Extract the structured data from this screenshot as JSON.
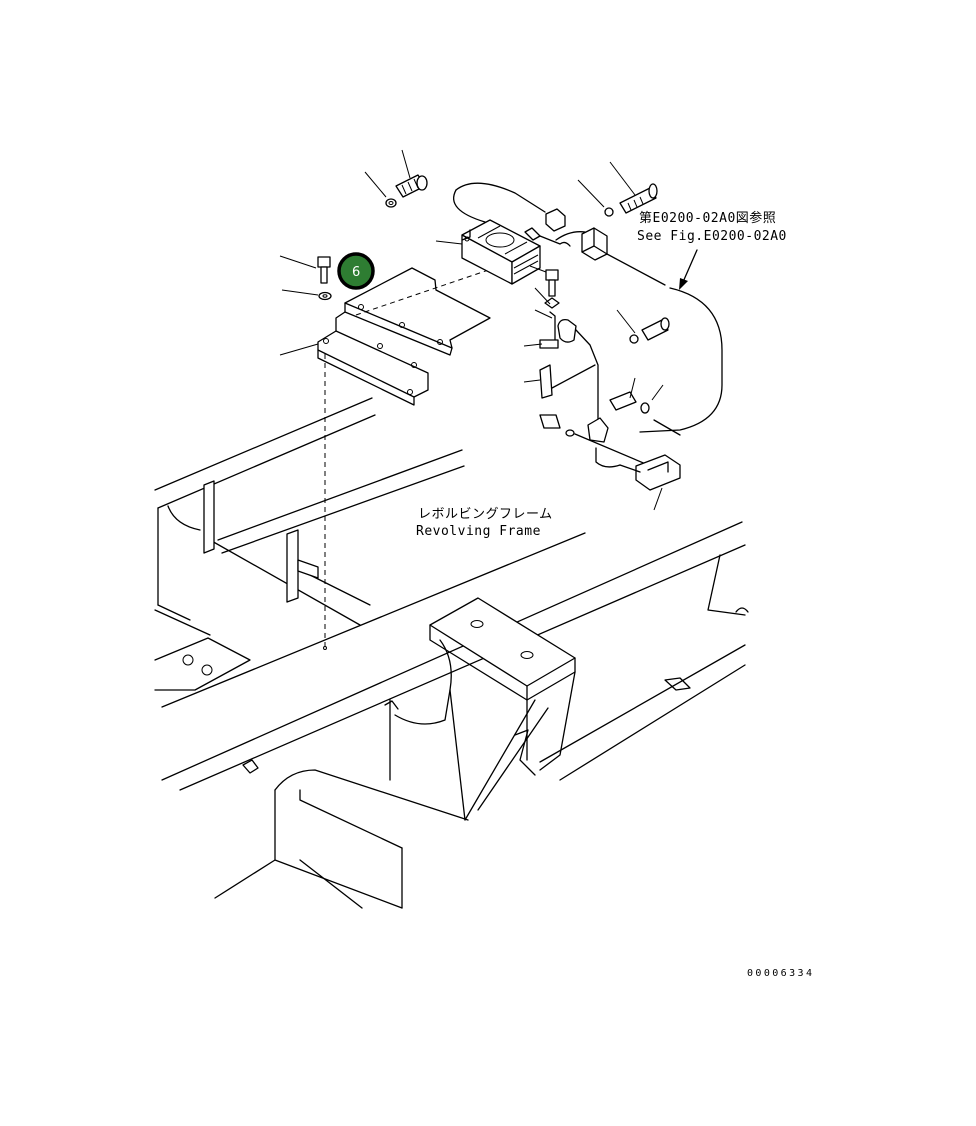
{
  "callout": {
    "number": "6",
    "fill_color": "#2e7d32",
    "ring_color": "#000000"
  },
  "reference": {
    "japanese": "第E0200-02A0図参照",
    "english": "See Fig.E0200-02A0"
  },
  "frame_label": {
    "japanese": "レボルビングフレーム",
    "english": "Revolving Frame"
  },
  "drawing_code": "00006334"
}
